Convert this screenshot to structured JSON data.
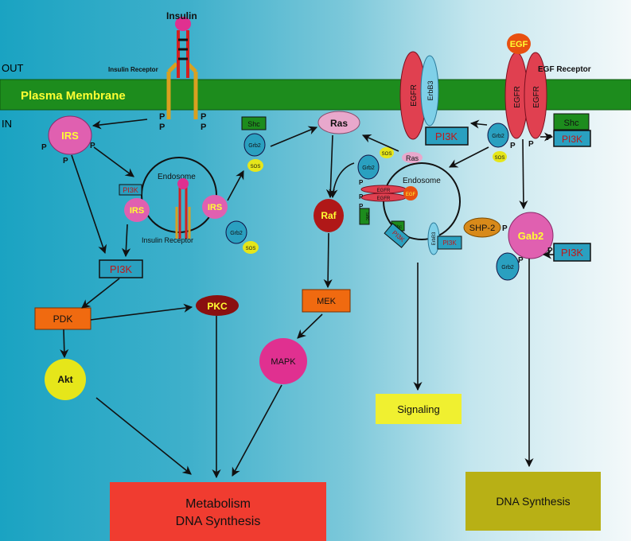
{
  "labels": {
    "insulin": "Insulin",
    "out": "OUT",
    "in": "IN",
    "insulin_receptor": "Insulin Receptor",
    "insulin_receptor_lower": "Insulin Receptor",
    "egf_receptor": "EGF Receptor",
    "plasma_membrane": "Plasma Membrane",
    "p": "P",
    "endosome": "Endosome"
  },
  "nodes": {
    "irs": "IRS",
    "irs_endo_left": "IRS",
    "irs_endo_right": "IRS",
    "pi3k_endo": "PI3K",
    "pi3k": "PI3K",
    "pi3k_egfr": "PI3K",
    "pi3k_shc": "PI3K",
    "pi3k_gab2": "PI3K",
    "pi3k_small_1": "PI3K",
    "pi3k_small_2": "PI3K",
    "shc": "Shc",
    "shc_egfr": "Shc",
    "shc_small": "Shc",
    "grb2": "Grb2",
    "sos": "SOS",
    "ras": "Ras",
    "ras_small": "Ras",
    "raf": "Raf",
    "mek": "MEK",
    "mapk": "MAPK",
    "pdk": "PDK",
    "pkc": "PKC",
    "akt": "Akt",
    "egf": "EGF",
    "egfr": "EGFR",
    "erbb3": "ErbB3",
    "shp2": "SHP-2",
    "gab2": "Gab2",
    "signaling": "Signaling",
    "metabolism_line1": "Metabolism",
    "metabolism_line2": "DNA Synthesis",
    "dna_synthesis": "DNA Synthesis"
  }
}
